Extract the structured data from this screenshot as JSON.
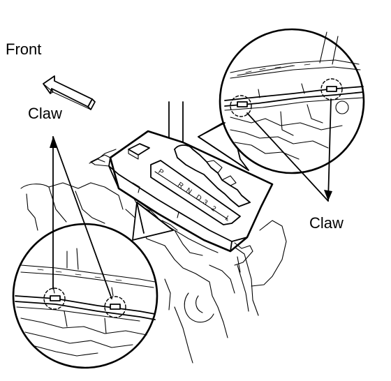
{
  "labels": {
    "front": "Front",
    "claw_left": "Claw",
    "claw_right": "Claw"
  },
  "gate": {
    "p": "P",
    "r": "R",
    "n": "N",
    "d": "D",
    "three": "3",
    "two": "2",
    "l": "L"
  },
  "colors": {
    "ink": "#000000",
    "paper": "#ffffff"
  }
}
